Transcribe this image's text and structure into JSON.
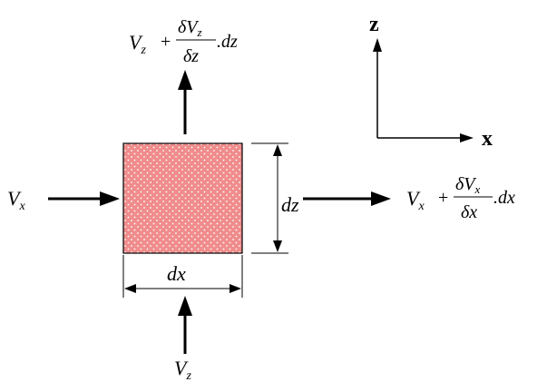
{
  "colors": {
    "element_fill": "#f08c8c",
    "stipple": "#ffffff",
    "line": "#000000"
  },
  "axes": {
    "z_label": "z",
    "x_label": "x"
  },
  "element": {
    "width_label": "dx",
    "height_label": "dz"
  },
  "flows": {
    "inflow_x": {
      "symbol": "V",
      "sub": "x"
    },
    "inflow_z": {
      "symbol": "V",
      "sub": "z"
    },
    "outflow_x": {
      "base_symbol": "V",
      "base_sub": "x",
      "plus": "+",
      "num_delta": "δ",
      "num_symbol": "V",
      "num_sub": "x",
      "den": "δx",
      "tail": ".dx"
    },
    "outflow_z": {
      "base_symbol": "V",
      "base_sub": "z",
      "plus": "+",
      "num_delta": "δ",
      "num_symbol": "V",
      "num_sub": "z",
      "den": "δz",
      "tail": ".dz"
    }
  }
}
